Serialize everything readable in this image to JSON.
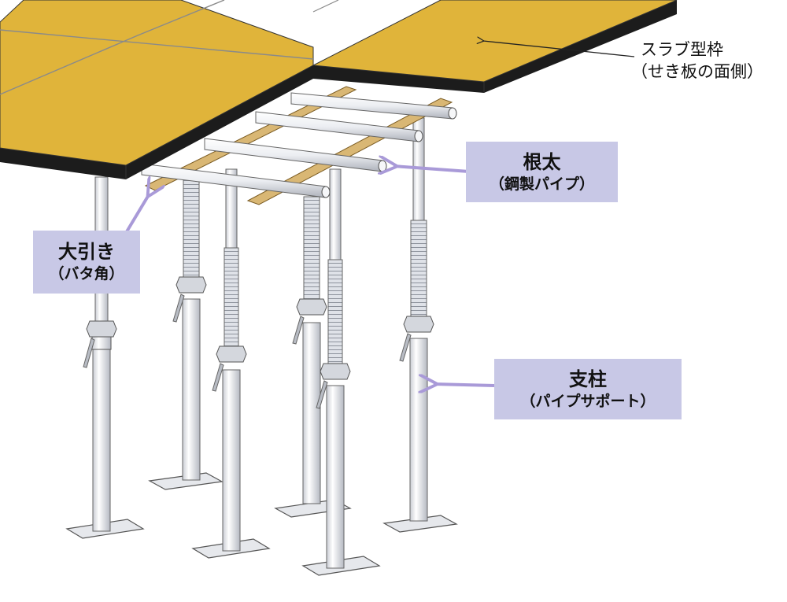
{
  "labels": {
    "slab": {
      "line1": "スラブ型枠",
      "line2": "（せき板の面側）"
    },
    "joist": {
      "line1": "根太",
      "line2": "（鋼製パイプ）"
    },
    "beam": {
      "line1": "大引き",
      "line2": "（バタ角）"
    },
    "support": {
      "line1": "支柱",
      "line2": "（パイプサポート）"
    }
  },
  "colors": {
    "plywood_face": "#e0b43a",
    "plywood_edge": "#1c1c1c",
    "pipe": "#eef0f4",
    "timber": "#d9b774",
    "label_bg": "#c8c8e6",
    "arrow": "#a99ad8"
  }
}
